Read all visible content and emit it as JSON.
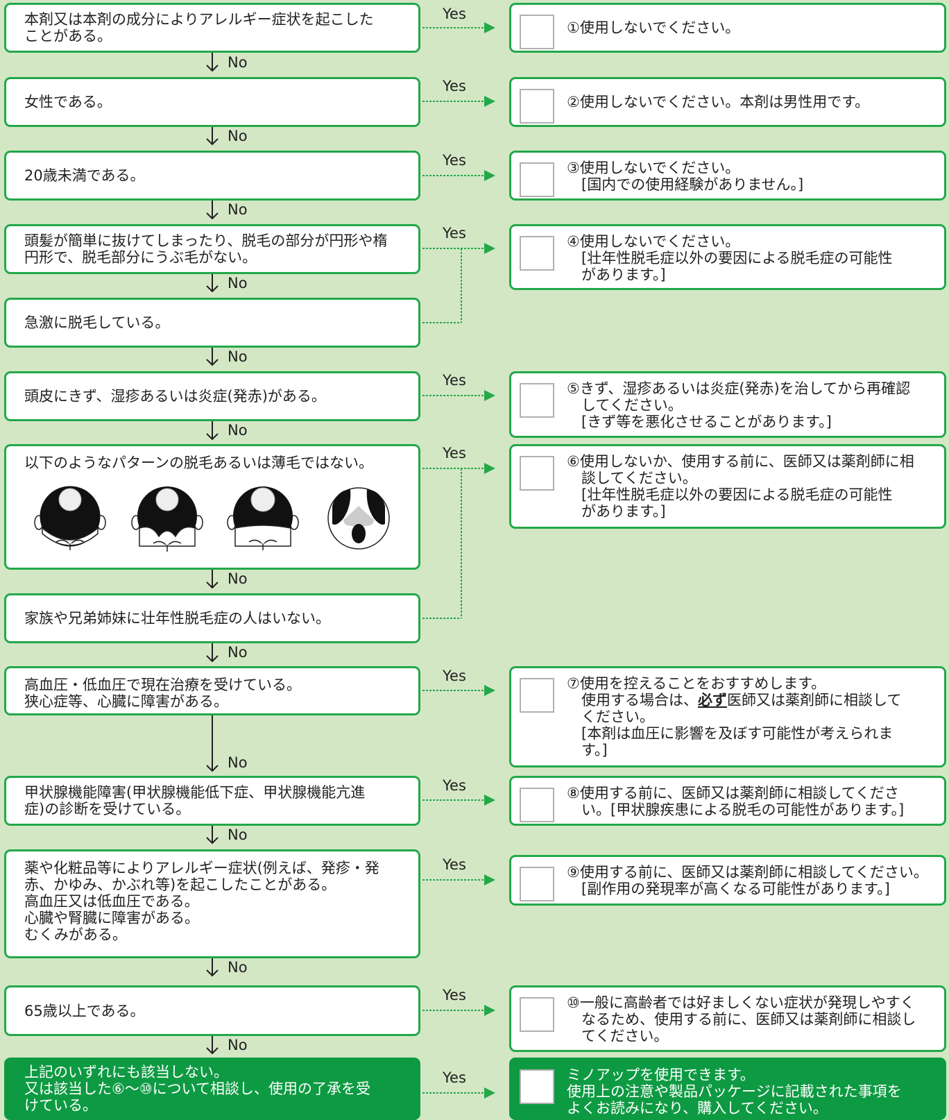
{
  "colors": {
    "background": "#d3e7c5",
    "border": "#23a84a",
    "final": "#0e9a43",
    "yes_line": "#23a84a"
  },
  "labels": {
    "yes": "Yes",
    "no": "No"
  },
  "questions": [
    "本剤又は本剤の成分によりアレルギー症状を起こした\nことがある。",
    "女性である。",
    "20歳未満である。",
    "頭髪が簡単に抜けてしまったり、脱毛の部分が円形や楕\n円形で、脱毛部分にうぶ毛がない。",
    "急激に脱毛している。",
    "頭皮にきず、湿疹あるいは炎症(発赤)がある。",
    "以下のようなパターンの脱毛あるいは薄毛ではない。",
    "家族や兄弟姉妹に壮年性脱毛症の人はいない。",
    "高血圧・低血圧で現在治療を受けている。\n狭心症等、心臓に障害がある。",
    "甲状腺機能障害(甲状腺機能低下症、甲状腺機能亢進\n症)の診断を受けている。",
    "薬や化粧品等によりアレルギー症状(例えば、発疹・発\n赤、かゆみ、かぶれ等)を起こしたことがある。\n高血圧又は低血圧である。\n心臓や腎臓に障害がある。\nむくみがある。",
    "65歳以上である。",
    "上記のいずれにも該当しない。\n又は該当した⑥〜⑩について相談し、使用の了承を受\nけている。"
  ],
  "answers": [
    "①使用しないでください。",
    "②使用しないでください。本剤は男性用です。",
    "③使用しないでください。\n　[国内での使用経験がありません。]",
    "④使用しないでください。\n　[壮年性脱毛症以外の要因による脱毛症の可能性\n　があります。]",
    "⑤きず、湿疹あるいは炎症(発赤)を治してから再確認\n　してください。\n　[きず等を悪化させることがあります。]",
    "⑥使用しないか、使用する前に、医師又は薬剤師に相\n　談してください。\n　[壮年性脱毛症以外の要因による脱毛症の可能性\n　があります。]",
    {
      "pre": "⑦使用を控えることをおすすめします。\n　使用する場合は、",
      "emph": "必ず",
      "post": "医師又は薬剤師に相談して\n　ください。\n　[本剤は血圧に影響を及ぼす可能性が考えられま\n　す。]"
    },
    "⑧使用する前に、医師又は薬剤師に相談してくださ\n　い。[甲状腺疾患による脱毛の可能性があります。]",
    "⑨使用する前に、医師又は薬剤師に相談してください。\n　[副作用の発現率が高くなる可能性があります。]",
    "⑩一般に高齢者では好ましくない症状が発現しやすく\n　なるため、使用する前に、医師又は薬剤師に相談し\n　てください。",
    "ミノアップを使用できます。\n使用上の注意や製品パッケージに記載された事項を\nよくお読みになり、購入してください。"
  ]
}
